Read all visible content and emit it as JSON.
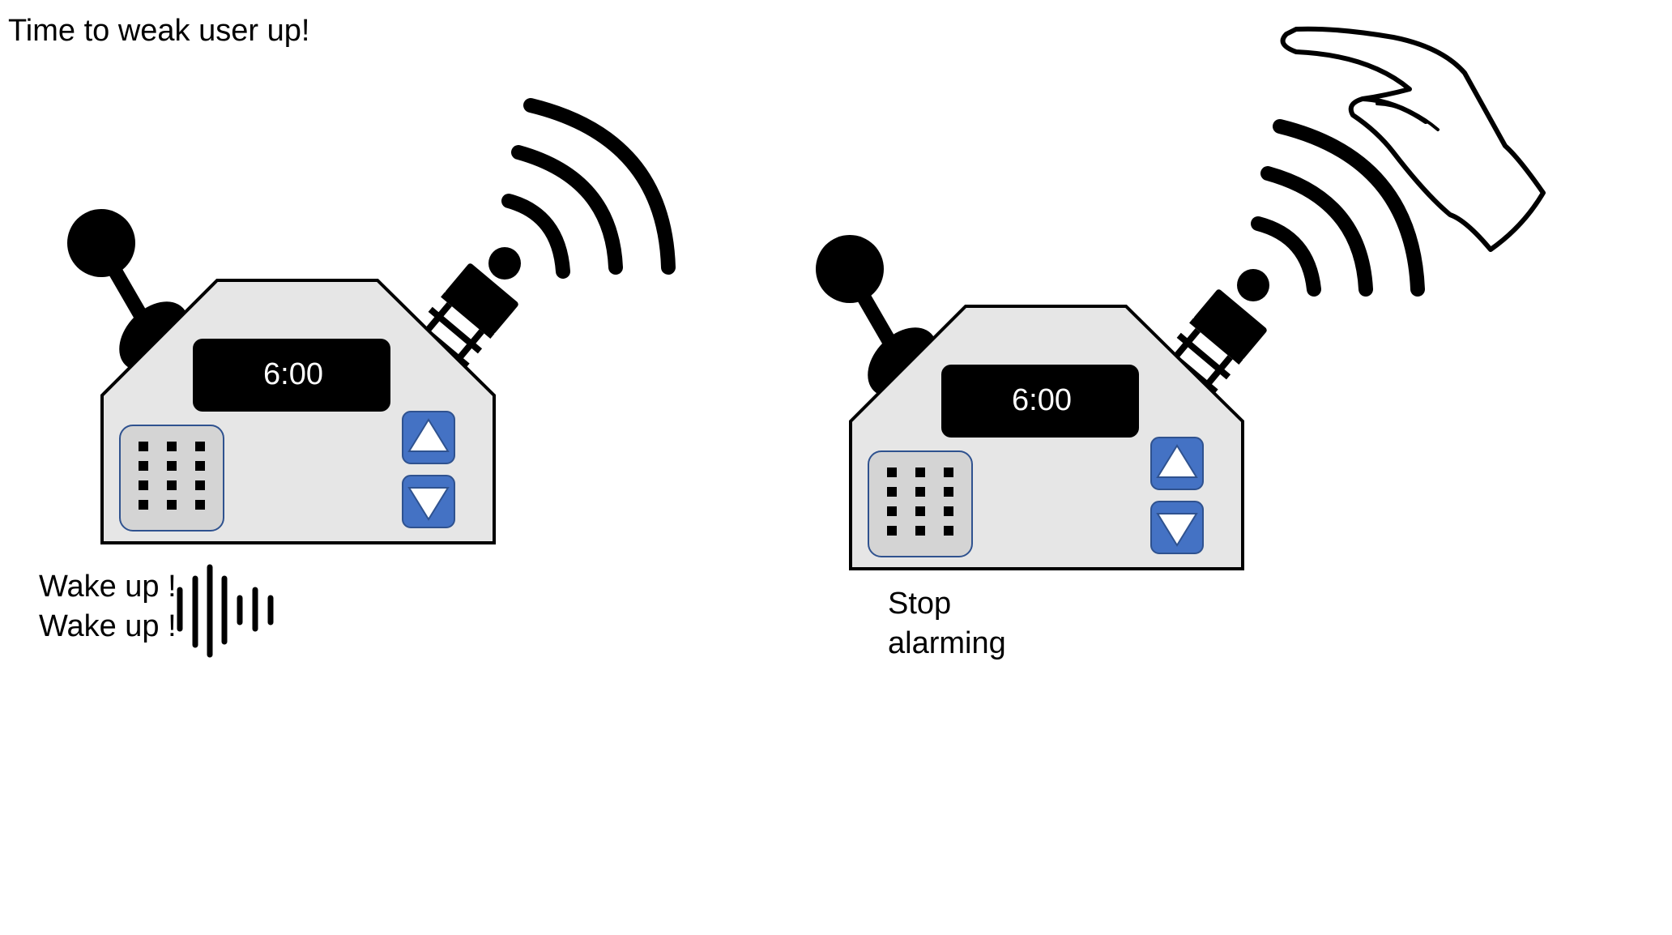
{
  "caption": "Time to weak user up!",
  "left_scene": {
    "display_time": "6:00",
    "speech_lines": [
      "Wake up !",
      "Wake up !"
    ]
  },
  "right_scene": {
    "display_time": "6:00",
    "speech_lines": [
      "Stop",
      "alarming"
    ]
  },
  "colors": {
    "clock_body": "#e6e6e6",
    "speaker_grille": "#d4d4d4",
    "button_fill": "#4472c4",
    "button_border": "#2f528f",
    "display": "#000000",
    "outline": "#000000"
  },
  "icons": [
    "alarm-clock-icon",
    "wireless-signal-icon",
    "sound-wave-icon",
    "hand-wave-icon",
    "up-arrow-icon",
    "down-arrow-icon"
  ]
}
